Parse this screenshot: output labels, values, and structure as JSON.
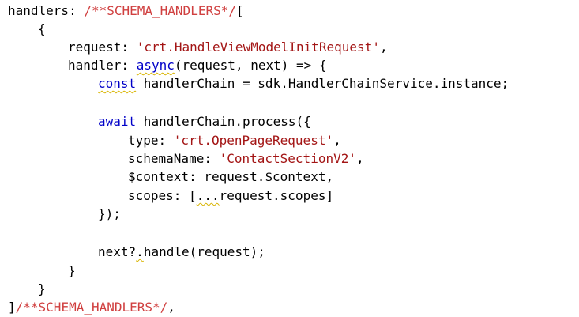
{
  "code": {
    "l1": {
      "key": "handlers: ",
      "comment": "/**SCHEMA_HANDLERS*/",
      "open": "["
    },
    "l2": {
      "text": "{"
    },
    "l3": {
      "key": "request: ",
      "value": "'crt.HandleViewModelInitRequest'",
      "tail": ","
    },
    "l4": {
      "key": "handler: ",
      "async": "async",
      "rest": "(request, next) => {"
    },
    "l5": {
      "const": "const",
      "rest": " handlerChain = sdk.HandlerChainService.instance;"
    },
    "l6": {
      "await": "await",
      "rest": " handlerChain.process({"
    },
    "l7": {
      "key": "type: ",
      "value": "'crt.OpenPageRequest'",
      "tail": ","
    },
    "l8": {
      "key": "schemaName: ",
      "value": "'ContactSectionV2'",
      "tail": ","
    },
    "l9": {
      "text": "$context: request.$context,"
    },
    "l10": {
      "key": "scopes: [",
      "spread": "...",
      "rest": "request.scopes]"
    },
    "l11": {
      "text": "});"
    },
    "l12": {
      "pre": "next?",
      "dot": ".",
      "rest": "handle(request);"
    },
    "l13": {
      "text": "}"
    },
    "l14": {
      "text": "}"
    },
    "l15": {
      "close": "]",
      "comment": "/**SCHEMA_HANDLERS*/",
      "tail": ","
    }
  },
  "colors": {
    "keyword": "#0000c8",
    "string": "#a31515",
    "comment": "#d04040",
    "squiggle": "#d8b400"
  }
}
